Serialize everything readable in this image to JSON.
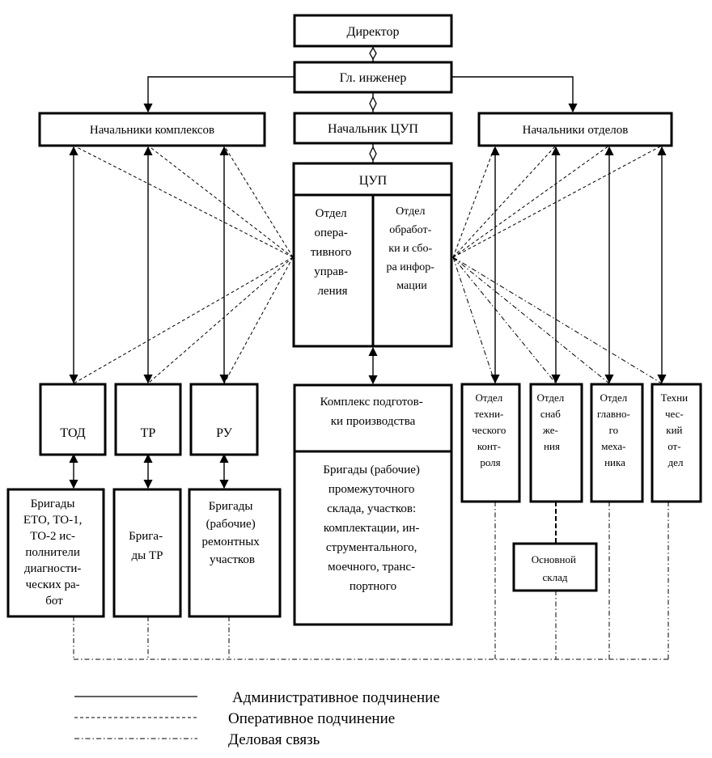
{
  "nodes": {
    "director": "Директор",
    "chief_engineer": "Гл. инженер",
    "complex_heads": "Начальники комплексов",
    "cup_head": "Начальник ЦУП",
    "dept_heads": "Начальники отделов",
    "cup": "ЦУП",
    "cup_ops": [
      "Отдел",
      "опера-",
      "тивного",
      "управ-",
      "ления"
    ],
    "cup_info": [
      "Отдел",
      "обработ-",
      "ки и сбо-",
      "ра инфор-",
      "мации"
    ],
    "tod": "ТОД",
    "tr": "ТР",
    "ru": "РУ",
    "prep_complex": [
      "Комплекс подготов-",
      "ки производства"
    ],
    "prep_brigades": [
      "Бригады (рабочие)",
      "промежуточного",
      "склада, участков:",
      "комплектации, ин-",
      "струментального,",
      "моечного, транс-",
      "портного"
    ],
    "dept_tech_control": [
      "Отдел",
      "техни-",
      "ческого",
      "конт-",
      "роля"
    ],
    "dept_supply": [
      "Отдел",
      "снаб",
      "же-",
      "ния"
    ],
    "dept_chief_mech": [
      "Отдел",
      "главно-",
      "го",
      "меха-",
      "ника"
    ],
    "dept_tech": [
      "Техни",
      "чес-",
      "кий",
      "от-",
      "дел"
    ],
    "main_warehouse": [
      "Основной",
      "склад"
    ],
    "brig_tod": [
      "Бригады",
      "ЕТО, ТО-1,",
      "ТО-2 ис-",
      "полнители",
      "диагности-",
      "ческих ра-",
      "бот"
    ],
    "brig_tr": [
      "Брига-",
      "ды ТР"
    ],
    "brig_ru": [
      "Бригады",
      "(рабочие)",
      "ремонтных",
      "участков"
    ]
  },
  "legend": {
    "admin": "Административное подчинение",
    "operative": "Оперативное подчинение",
    "business": "Деловая связь"
  }
}
